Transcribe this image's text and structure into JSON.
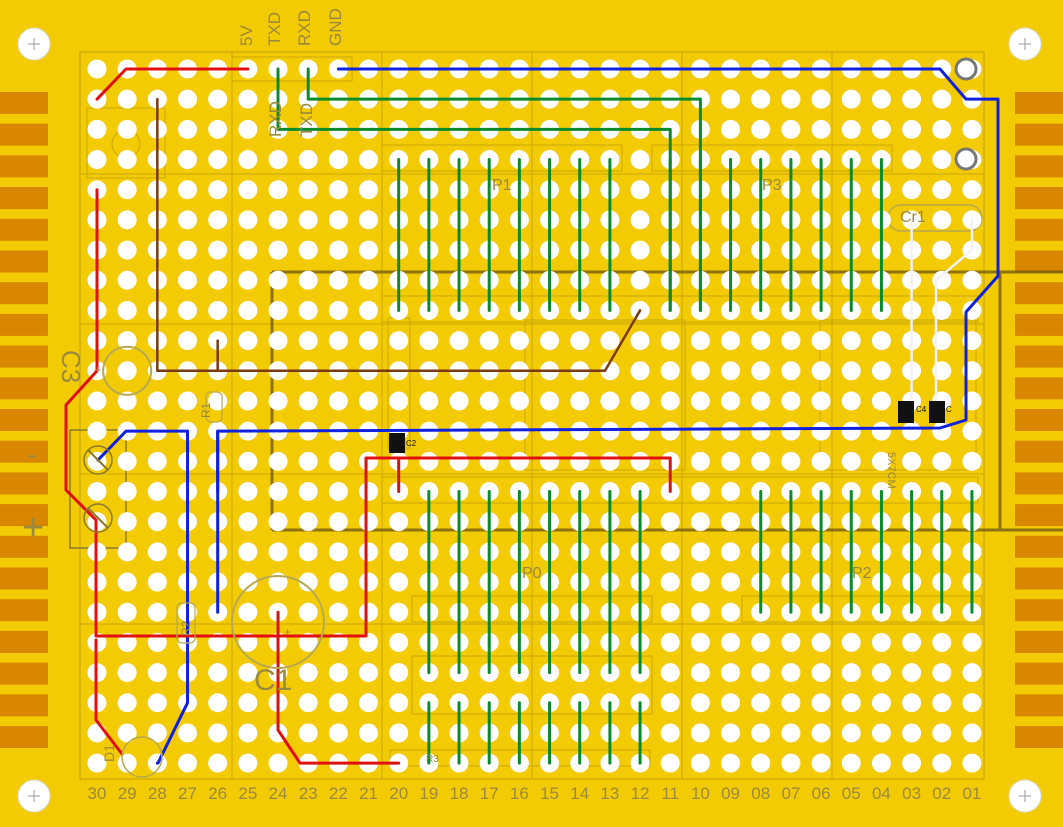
{
  "board": {
    "colors": {
      "board": "#f2cb05",
      "pad": "#ffffff",
      "outline": "#c9a809",
      "label": "#9c8a3c",
      "edge": "#d98600",
      "trace_red": "#e01010",
      "trace_blue": "#1020e0",
      "trace_green": "#0a8a2a",
      "trace_brown": "#7a3a10",
      "trace_white": "#f2f2f2"
    },
    "serial_pins": [
      "5V",
      "TXD",
      "RXD",
      "GND"
    ],
    "serial_pins_lower": [
      "RXD",
      "TXD"
    ],
    "column_numbers": [
      "30",
      "29",
      "28",
      "27",
      "26",
      "25",
      "24",
      "23",
      "22",
      "21",
      "20",
      "19",
      "18",
      "17",
      "16",
      "15",
      "14",
      "13",
      "12",
      "11",
      "10",
      "09",
      "08",
      "07",
      "06",
      "05",
      "04",
      "03",
      "02",
      "01"
    ],
    "components": {
      "c3": "C3",
      "c1": "C1",
      "c2": "C2",
      "c4": "C4",
      "c5": "C",
      "r1": "R1",
      "r2": "R2",
      "r3": "R3",
      "d1": "D1",
      "cr1": "Cr1",
      "p0": "P0",
      "p1": "P1",
      "p2": "P2",
      "p3": "P3",
      "chip": "5X7CM",
      "minus": "-",
      "plus": "+",
      "c1_plus": "+",
      "c3_plus": "+"
    }
  }
}
